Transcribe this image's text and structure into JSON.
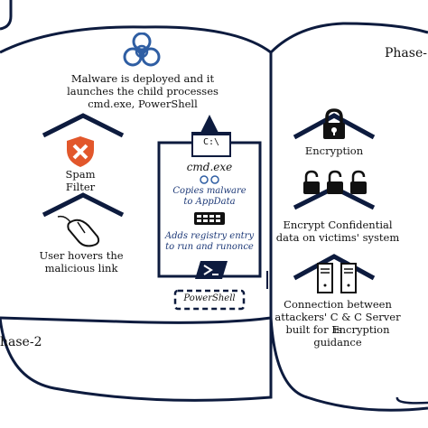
{
  "phases": {
    "left_label": "hase-2",
    "right_label": "Phase-"
  },
  "left_section": {
    "malware_text_1": "Malware is deployed and it",
    "malware_text_2": "launches the child processes",
    "malware_text_3": "cmd.exe, PowerShell",
    "spam_filter_1": "Spam",
    "spam_filter_2": "Filter",
    "hover_1": "User hovers the",
    "hover_2": "malicious link"
  },
  "process_box": {
    "cmd_icon_text": "C:\\",
    "cmd_label": "cmd.exe",
    "copies_1": "Copies malware",
    "copies_2": "to AppData",
    "registry_1": "Adds registry entry",
    "registry_2": "to run and runonce",
    "powershell_label": "PowerShell"
  },
  "right_section": {
    "encryption_label": "Encryption",
    "encrypt_1": "Encrypt Confidential",
    "encrypt_2": "data on victims' system",
    "conn_1": "Connection between",
    "conn_2": "attackers' C & C Server is",
    "conn_3": "built for Encryption",
    "conn_4": "guidance"
  },
  "colors": {
    "stroke": "#0d1b3e",
    "biohazard": "#2f5ea3",
    "shield": "#e2572b"
  },
  "icons": [
    "biohazard-icon",
    "shield-x-icon",
    "mouse-icon",
    "terminal-icon",
    "keyboard-icon",
    "powershell-icon",
    "padlock-icon",
    "server-icon",
    "arrow-up-icon"
  ]
}
